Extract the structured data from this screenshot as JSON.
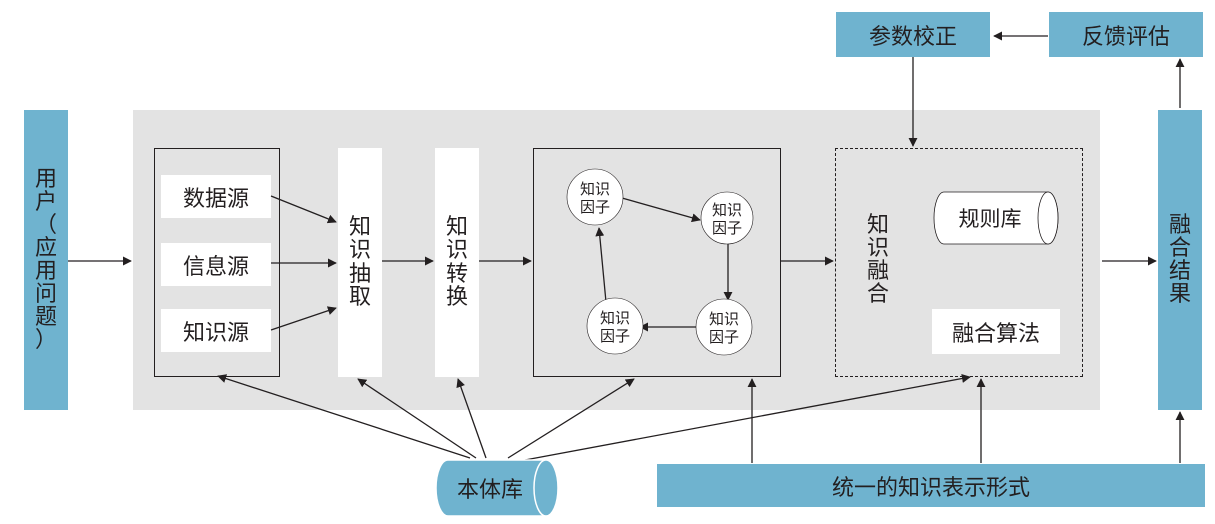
{
  "colors": {
    "accent_blue": "#6fb3cf",
    "panel_gray": "#e3e3e3",
    "line": "#231f20"
  },
  "user": {
    "label": [
      "用",
      "户",
      "（",
      "应",
      "用",
      "问",
      "题",
      "）"
    ]
  },
  "sources": [
    "数据源",
    "信息源",
    "知识源"
  ],
  "extract": {
    "label": [
      "知",
      "识",
      "抽",
      "取"
    ]
  },
  "transform": {
    "label": [
      "知",
      "识",
      "转",
      "换"
    ]
  },
  "factors": [
    "知识\n因子",
    "知识\n因子",
    "知识\n因子",
    "知识\n因子"
  ],
  "fusion": {
    "label": [
      "知",
      "识",
      "融",
      "合"
    ],
    "rule_base": "规则库",
    "algorithm": "融合算法"
  },
  "result": {
    "label": [
      "融",
      "合",
      "结",
      "果"
    ]
  },
  "calibration": "参数校正",
  "feedback": "反馈评估",
  "ontology": "本体库",
  "unified": "统一的知识表示形式"
}
